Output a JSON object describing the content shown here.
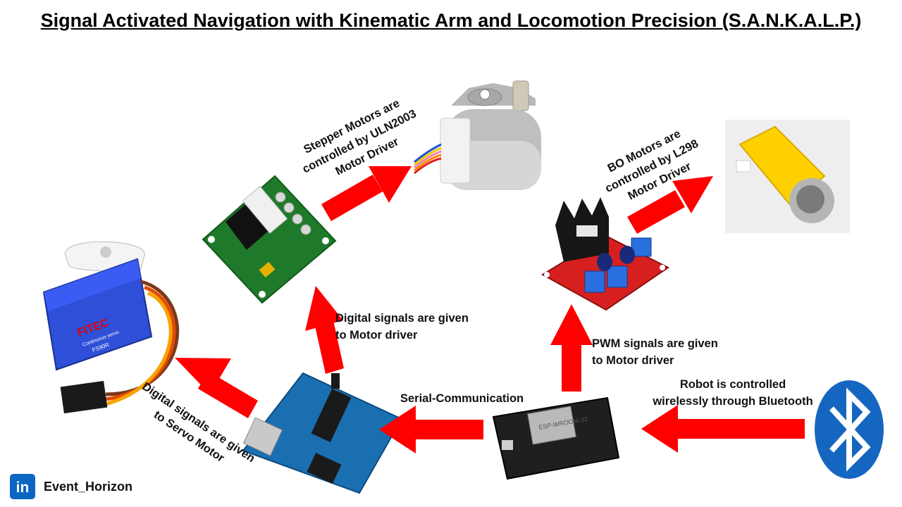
{
  "title": "Signal Activated Navigation with Kinematic Arm and Locomotion Precision (S.A.N.K.A.L.P.)",
  "labels": {
    "stepper": [
      "Stepper Motors are",
      "controlled by ULN2003",
      "Motor Driver"
    ],
    "bo": [
      "BO Motors are",
      "controlled by L298",
      "Motor Driver"
    ],
    "digital_driver": [
      "Digital signals are given",
      "to Motor driver"
    ],
    "pwm": [
      "PWM signals are given",
      "to Motor driver"
    ],
    "serial": "Serial-Communication",
    "bluetooth": [
      "Robot is controlled",
      "wirelessly through Bluetooth"
    ],
    "servo": [
      "Digital signals are given",
      "to Servo Motor"
    ]
  },
  "servo_brand": "FITEC",
  "servo_text": [
    "Continuous servo",
    "FS90R"
  ],
  "footer": {
    "logo_text": "in",
    "label": "Event_Horizon"
  },
  "colors": {
    "arrow": "#ff0000",
    "linkedin": "#0a66c2",
    "bluetooth": "#1566c0"
  }
}
